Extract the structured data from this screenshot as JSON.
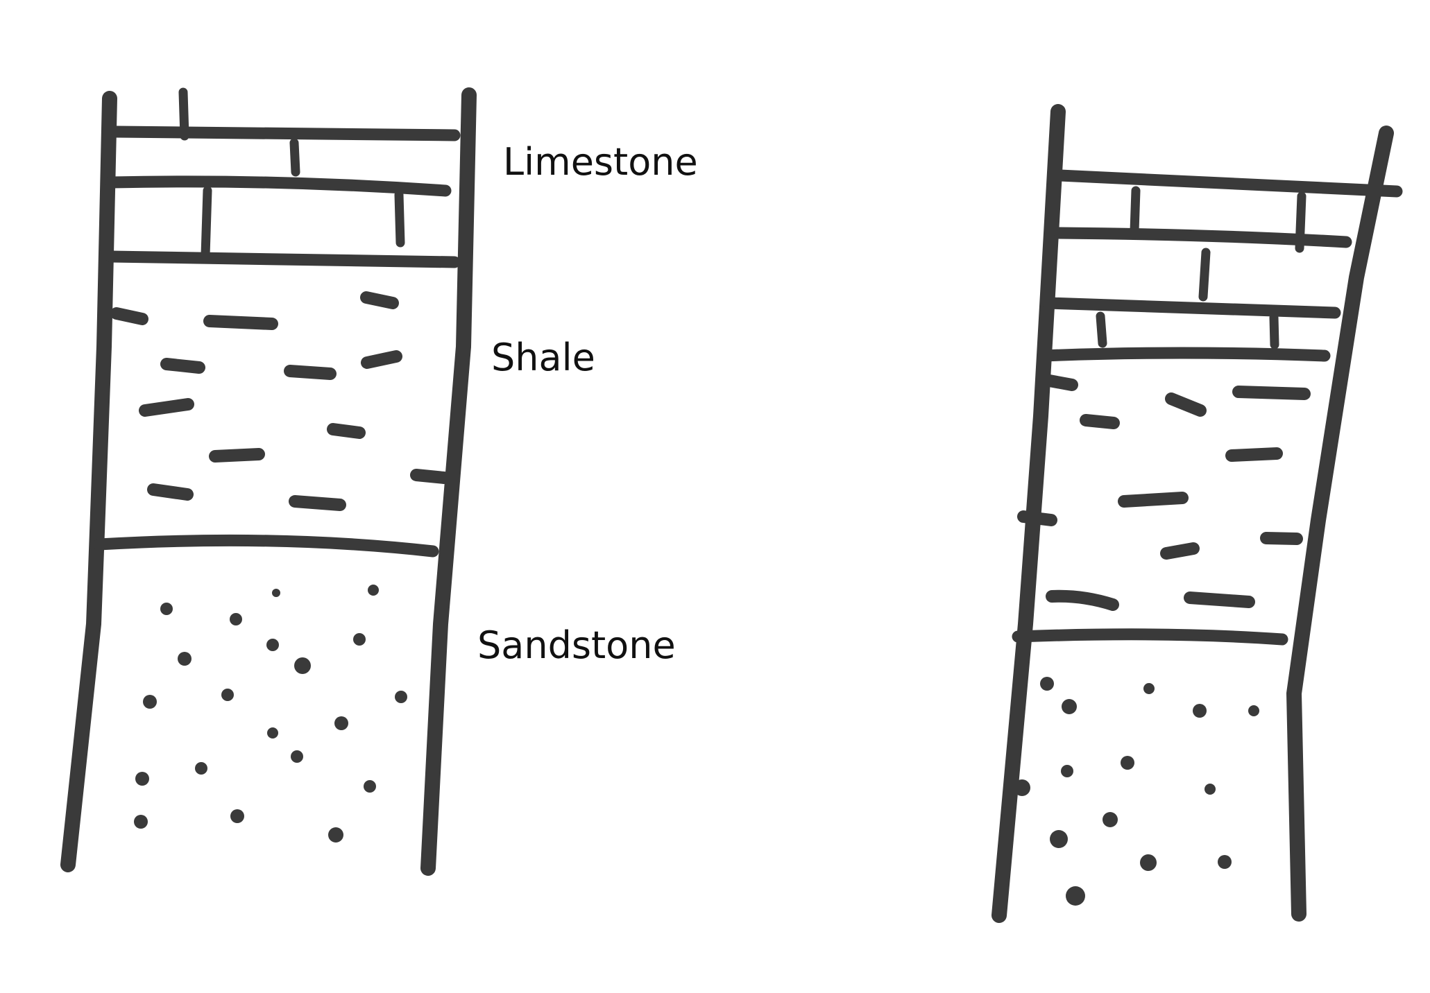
{
  "labels": {
    "limestone": "Limestone",
    "shale": "Shale",
    "sandstone": "Sandstone"
  },
  "colors": {
    "ink": "#3a3a3a",
    "background": "#ffffff"
  }
}
